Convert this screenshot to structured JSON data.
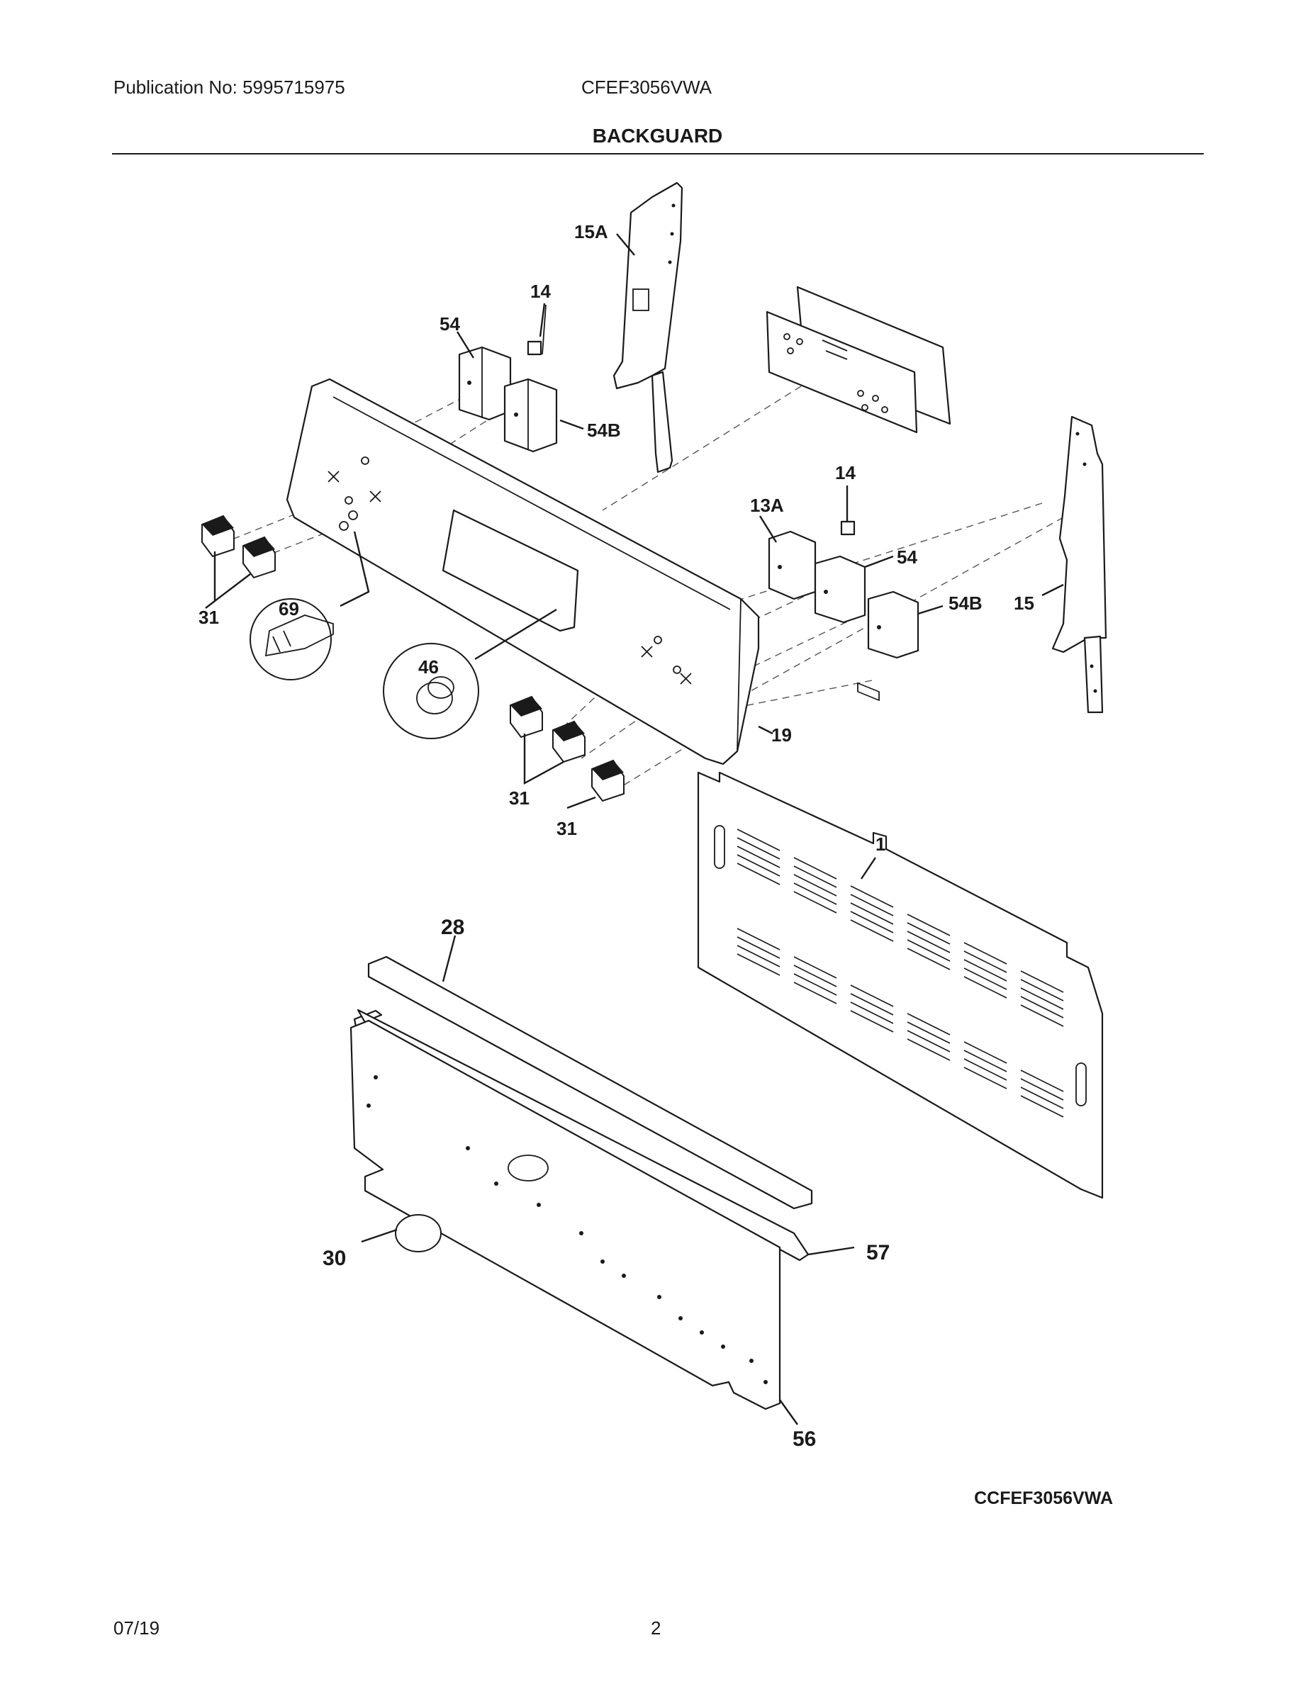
{
  "header": {
    "publication": "Publication No: 5995715975",
    "model": "CFEF3056VWA",
    "title": "BACKGUARD"
  },
  "callouts": {
    "c15A": "15A",
    "c14a": "14",
    "c54a": "54",
    "c54Ba": "54B",
    "c14b": "14",
    "c13A": "13A",
    "c54b": "54",
    "c54Bb": "54B",
    "c15": "15",
    "c31a": "31",
    "c69": "69",
    "c46": "46",
    "c19": "19",
    "c31b": "31",
    "c31c": "31",
    "c1": "1",
    "c28": "28",
    "c30": "30",
    "c57": "57",
    "c56": "56"
  },
  "footer": {
    "diagram_code": "CCFEF3056VWA",
    "date": "07/19",
    "page": "2"
  }
}
